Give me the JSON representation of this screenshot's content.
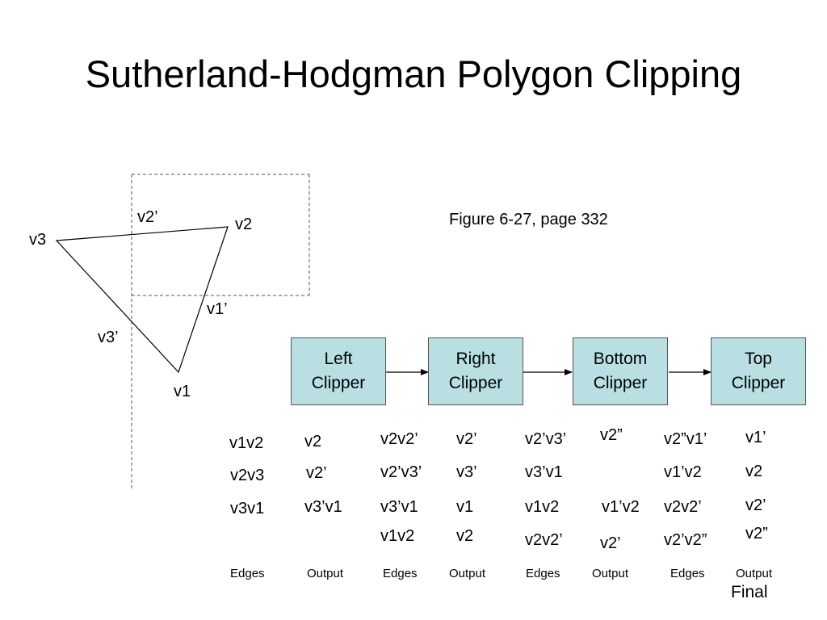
{
  "title": "Sutherland-Hodgman Polygon Clipping",
  "figure_caption": "Figure 6-27, page 332",
  "diagram_labels": {
    "v2p": "v2’",
    "v2": "v2",
    "v3": "v3",
    "v1p": "v1’",
    "v3p": "v3’",
    "v1": "v1"
  },
  "clippers": [
    {
      "line1": "Left",
      "line2": "Clipper"
    },
    {
      "line1": "Right",
      "line2": "Clipper"
    },
    {
      "line1": "Bottom",
      "line2": "Clipper"
    },
    {
      "line1": "Top",
      "line2": "Clipper"
    }
  ],
  "columns": {
    "left_edges": [
      "v1v2",
      "v2v3",
      "v3v1"
    ],
    "left_output": [
      "v2",
      "v2’",
      "v3’v1"
    ],
    "right_edges": [
      "v2v2’",
      "v2’v3’",
      "v3’v1",
      "v1v2"
    ],
    "right_output": [
      "v2’",
      "v3’",
      "v1",
      "v2"
    ],
    "bottom_edges": [
      "v2’v3’",
      "v3’v1",
      "v1v2",
      "v2v2’"
    ],
    "bottom_output": [
      "v2”",
      "v1’v2",
      "v2’"
    ],
    "top_edges": [
      "v2”v1’",
      "v1’v2",
      "v2v2’",
      "v2’v2”"
    ],
    "top_output": [
      "v1’",
      "v2",
      "v2’",
      "v2”"
    ]
  },
  "headers": [
    "Edges",
    "Output",
    "Edges",
    "Output",
    "Edges",
    "Output",
    "Edges",
    "Output"
  ],
  "final_label": "Final",
  "colors": {
    "box_fill": "#b9dfe2",
    "box_border": "#555555",
    "dashed": "#555555"
  }
}
